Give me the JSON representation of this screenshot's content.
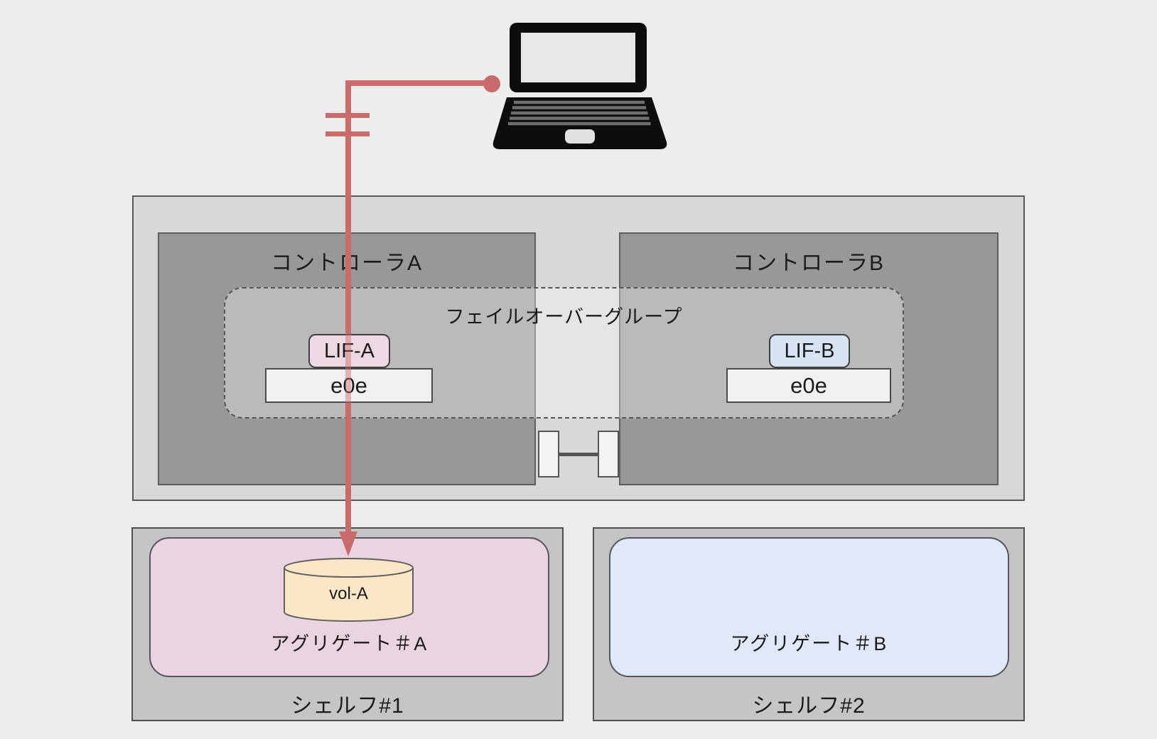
{
  "ha_pair": {
    "failover_group_label": "フェイルオーバーグループ",
    "controllers": [
      {
        "label": "コントローラA",
        "lif_label": "LIF-A",
        "port_label": "e0e"
      },
      {
        "label": "コントローラB",
        "lif_label": "LIF-B",
        "port_label": "e0e"
      }
    ]
  },
  "storage": {
    "shelves": [
      {
        "label": "シェルフ#1",
        "aggregate_label": "アグリゲート＃A",
        "volume_label": "vol-A"
      },
      {
        "label": "シェルフ#2",
        "aggregate_label": "アグリゲート＃B"
      }
    ]
  },
  "colors": {
    "background": "#EDEDED",
    "chassis_fill": "#D8D8D8",
    "controller_fill": "#989898",
    "failover_fill": "rgba(255,255,255,0.33)",
    "lif_a_fill": "#EDD8E3",
    "lif_b_fill": "#D7E4F3",
    "port_fill": "#F1F0F1",
    "shelf_fill": "#C5C5C6",
    "aggregate_a_fill": "#EAD4E1",
    "aggregate_b_fill": "#DFE9FB",
    "volume_fill": "#FBE6C6",
    "connection_red": "#C96B6B",
    "laptop_black": "#0D0D0D"
  }
}
